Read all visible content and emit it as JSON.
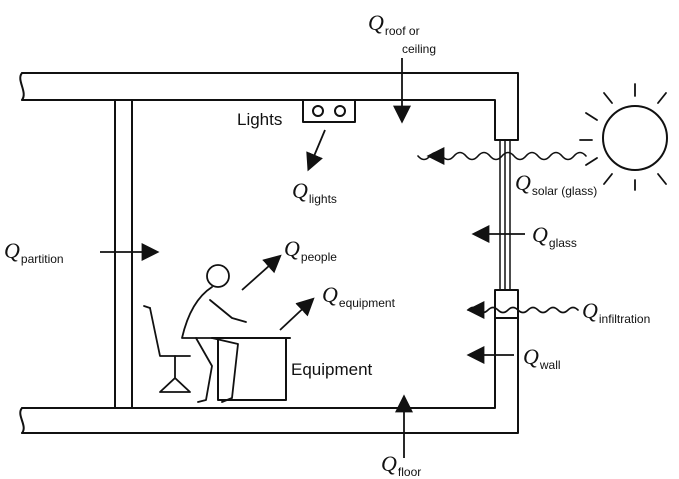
{
  "labels": {
    "roof_symbol": "Q",
    "roof_sub": "roof or",
    "roof_sub2": "ceiling",
    "lights": "Lights",
    "lights_symbol": "Q",
    "lights_sub": "lights",
    "solar_symbol": "Q",
    "solar_sub": "solar (glass)",
    "partition_symbol": "Q",
    "partition_sub": "partition",
    "people_symbol": "Q",
    "people_sub": "people",
    "glass_symbol": "Q",
    "glass_sub": "glass",
    "equipment_q_symbol": "Q",
    "equipment_q_sub": "equipment",
    "infiltration_symbol": "Q",
    "infiltration_sub": "infiltration",
    "wall_symbol": "Q",
    "wall_sub": "wall",
    "equipment": "Equipment",
    "floor_symbol": "Q",
    "floor_sub": "floor"
  }
}
